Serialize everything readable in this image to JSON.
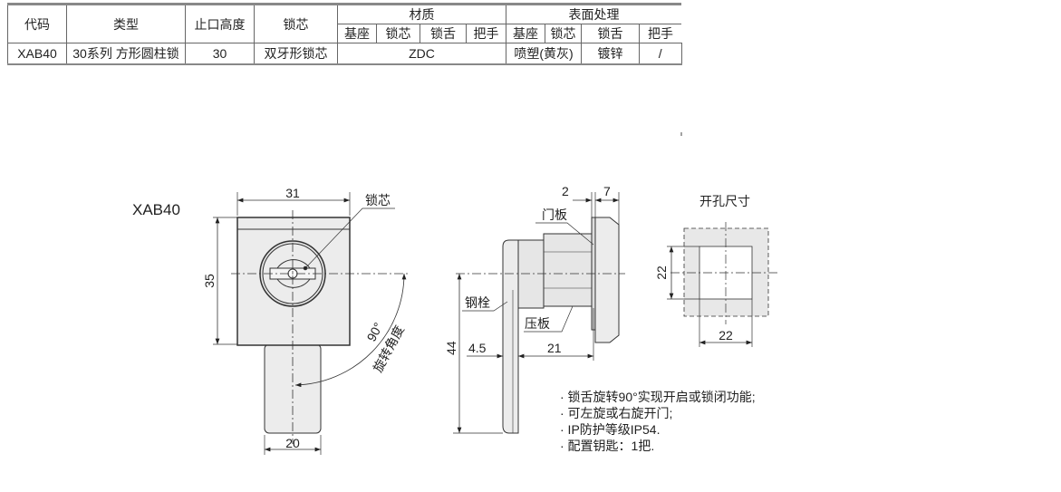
{
  "table": {
    "headers": {
      "code": "代码",
      "type": "类型",
      "stop_height": "止口高度",
      "lock_core": "锁芯",
      "material": "材质",
      "surface": "表面处理"
    },
    "sub_headers": [
      "基座",
      "锁芯",
      "锁舌",
      "把手",
      "基座",
      "锁芯",
      "锁舌",
      "把手"
    ],
    "row": {
      "code": "XAB40",
      "type": "30系列 方形圆柱锁",
      "stop_height": "30",
      "lock_core": "双牙形锁芯",
      "material": "ZDC",
      "surface_base_core": "喷塑(黄灰)",
      "surface_tongue": "镀锌",
      "surface_handle": "/"
    }
  },
  "drawing": {
    "model": "XAB40",
    "front": {
      "width": "31",
      "height": "35",
      "tongue_width": "20",
      "lock_core_label": "锁芯",
      "angle": "90°",
      "angle_label": "旋转角度"
    },
    "side": {
      "dim_2": "2",
      "dim_7": "7",
      "door_plate": "门板",
      "bolt": "钢栓",
      "press_plate": "压板",
      "dim_44": "44",
      "dim_4_5": "4.5",
      "dim_21": "21"
    },
    "cutout": {
      "title": "开孔尺寸",
      "height": "22",
      "width": "22"
    },
    "notes": [
      "· 锁舌旋转90°实现开启或锁闭功能;",
      "· 可左旋或右旋开门;",
      "· IP防护等级IP54.",
      "· 配置钥匙：1把."
    ]
  }
}
